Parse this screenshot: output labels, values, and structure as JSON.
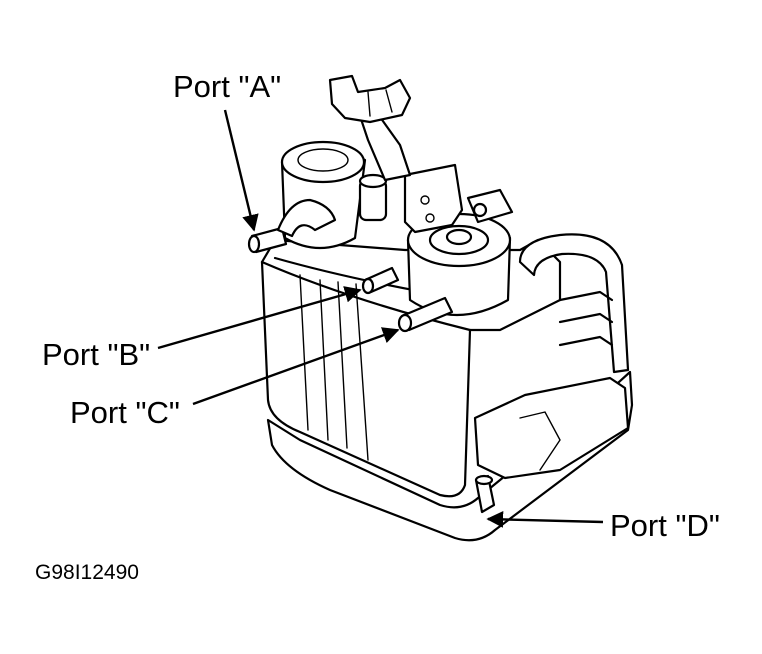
{
  "labels": {
    "port_a": "Port \"A\"",
    "port_b": "Port \"B\"",
    "port_c": "Port \"C\"",
    "port_d": "Port \"D\""
  },
  "figure_code": "G98I12490",
  "colors": {
    "ink": "#000000",
    "paper": "#ffffff"
  }
}
